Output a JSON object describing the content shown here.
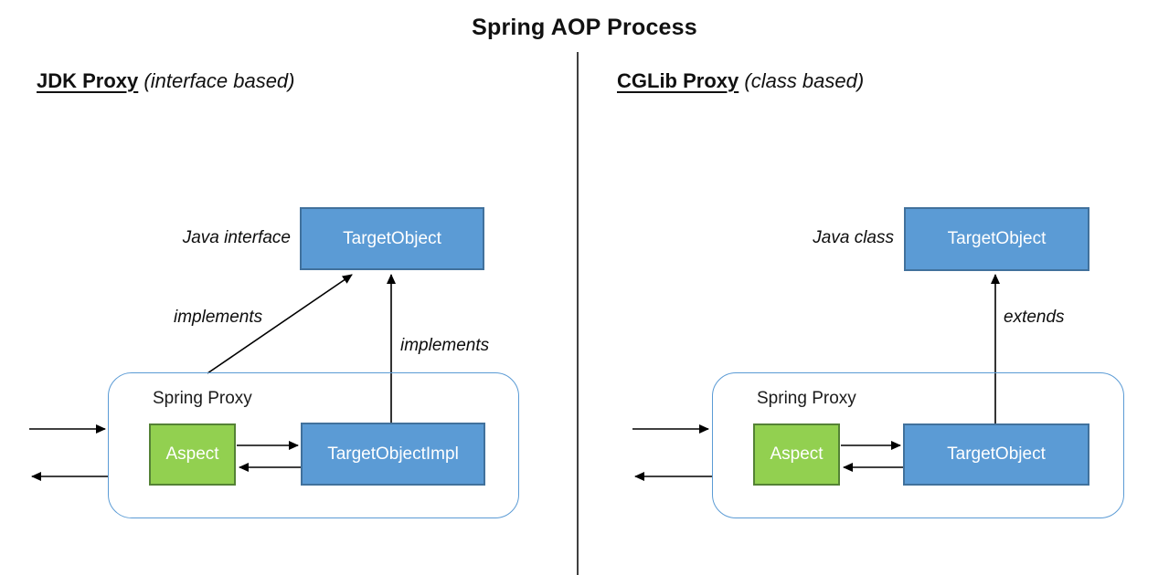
{
  "title": "Spring AOP Process",
  "left_panel": {
    "heading": "JDK Proxy",
    "heading_note": "(interface based)",
    "type_label": "Java interface",
    "top_box": "TargetObject",
    "relation_diagonal": "implements",
    "relation_vertical": "implements",
    "proxy_label": "Spring Proxy",
    "aspect_box": "Aspect",
    "inner_box": "TargetObjectImpl"
  },
  "right_panel": {
    "heading": "CGLib Proxy",
    "heading_note": "(class based)",
    "type_label": "Java class",
    "top_box": "TargetObject",
    "relation_vertical": "extends",
    "proxy_label": "Spring Proxy",
    "aspect_box": "Aspect",
    "inner_box": "TargetObject"
  },
  "colors": {
    "box_blue_fill": "#5B9BD5",
    "box_blue_border": "#41719C",
    "box_green_fill": "#92D050",
    "box_green_border": "#548235",
    "proxy_border": "#5B9BD5",
    "arrow": "#000000",
    "divider": "#3f3f3f"
  }
}
